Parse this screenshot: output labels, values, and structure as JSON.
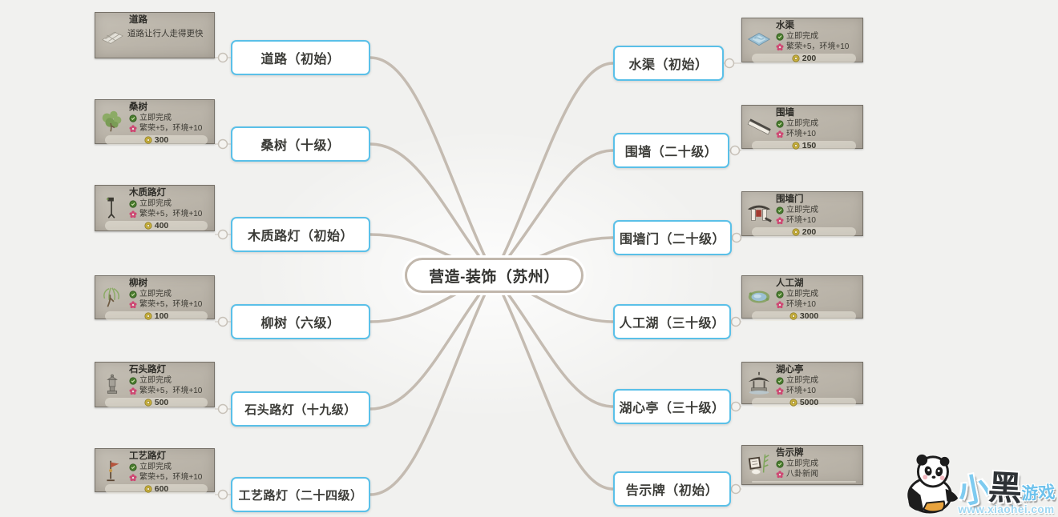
{
  "title": "营造-装饰（苏州）",
  "colors": {
    "background": "#f1f1ef",
    "node_border_blue": "#5ac0e8",
    "center_border_tan": "#c1b7ac",
    "branch_line": "#c4bbb1",
    "card_background": "#bcb6ab",
    "complete_green": "#4a7c2f",
    "effect_pink": "#cf4672",
    "coin_gold": "#c9b13c"
  },
  "left": [
    {
      "node_label": "道路（初始）",
      "card": {
        "title": "道路",
        "desc": "道路让行人走得更快"
      }
    },
    {
      "node_label": "桑树（十级）",
      "card": {
        "title": "桑树",
        "complete": "立即完成",
        "effect": "繁荣+5，环境+10",
        "price": "300"
      }
    },
    {
      "node_label": "木质路灯（初始）",
      "card": {
        "title": "木质路灯",
        "complete": "立即完成",
        "effect": "繁荣+5，环境+10",
        "price": "400"
      }
    },
    {
      "node_label": "柳树（六级）",
      "card": {
        "title": "柳树",
        "complete": "立即完成",
        "effect": "繁荣+5，环境+10",
        "price": "100"
      }
    },
    {
      "node_label": "石头路灯（十九级）",
      "card": {
        "title": "石头路灯",
        "complete": "立即完成",
        "effect": "繁荣+5，环境+10",
        "price": "500"
      }
    },
    {
      "node_label": "工艺路灯（二十四级）",
      "card": {
        "title": "工艺路灯",
        "complete": "立即完成",
        "effect": "繁荣+5，环境+10",
        "price": "600"
      }
    }
  ],
  "right": [
    {
      "node_label": "水渠（初始）",
      "card": {
        "title": "水渠",
        "complete": "立即完成",
        "effect": "繁荣+5，环境+10",
        "price": "200"
      }
    },
    {
      "node_label": "围墙（二十级）",
      "card": {
        "title": "围墙",
        "complete": "立即完成",
        "effect": "环境+10",
        "price": "150"
      }
    },
    {
      "node_label": "围墙门（二十级）",
      "card": {
        "title": "围墙门",
        "complete": "立即完成",
        "effect": "环境+10",
        "price": "200"
      }
    },
    {
      "node_label": "人工湖（三十级）",
      "card": {
        "title": "人工湖",
        "complete": "立即完成",
        "effect": "环境+10",
        "price": "3000"
      }
    },
    {
      "node_label": "湖心亭（三十级）",
      "card": {
        "title": "湖心亭",
        "complete": "立即完成",
        "effect": "环境+10",
        "price": "5000"
      }
    },
    {
      "node_label": "告示牌（初始）",
      "card": {
        "title": "告示牌",
        "complete": "立即完成",
        "effect": "八卦新闻",
        "price": ""
      }
    }
  ],
  "watermark": {
    "brand_part1": "小",
    "brand_part2": "黑",
    "brand_part3": "游戏",
    "url": "www.xiaohei.com"
  }
}
